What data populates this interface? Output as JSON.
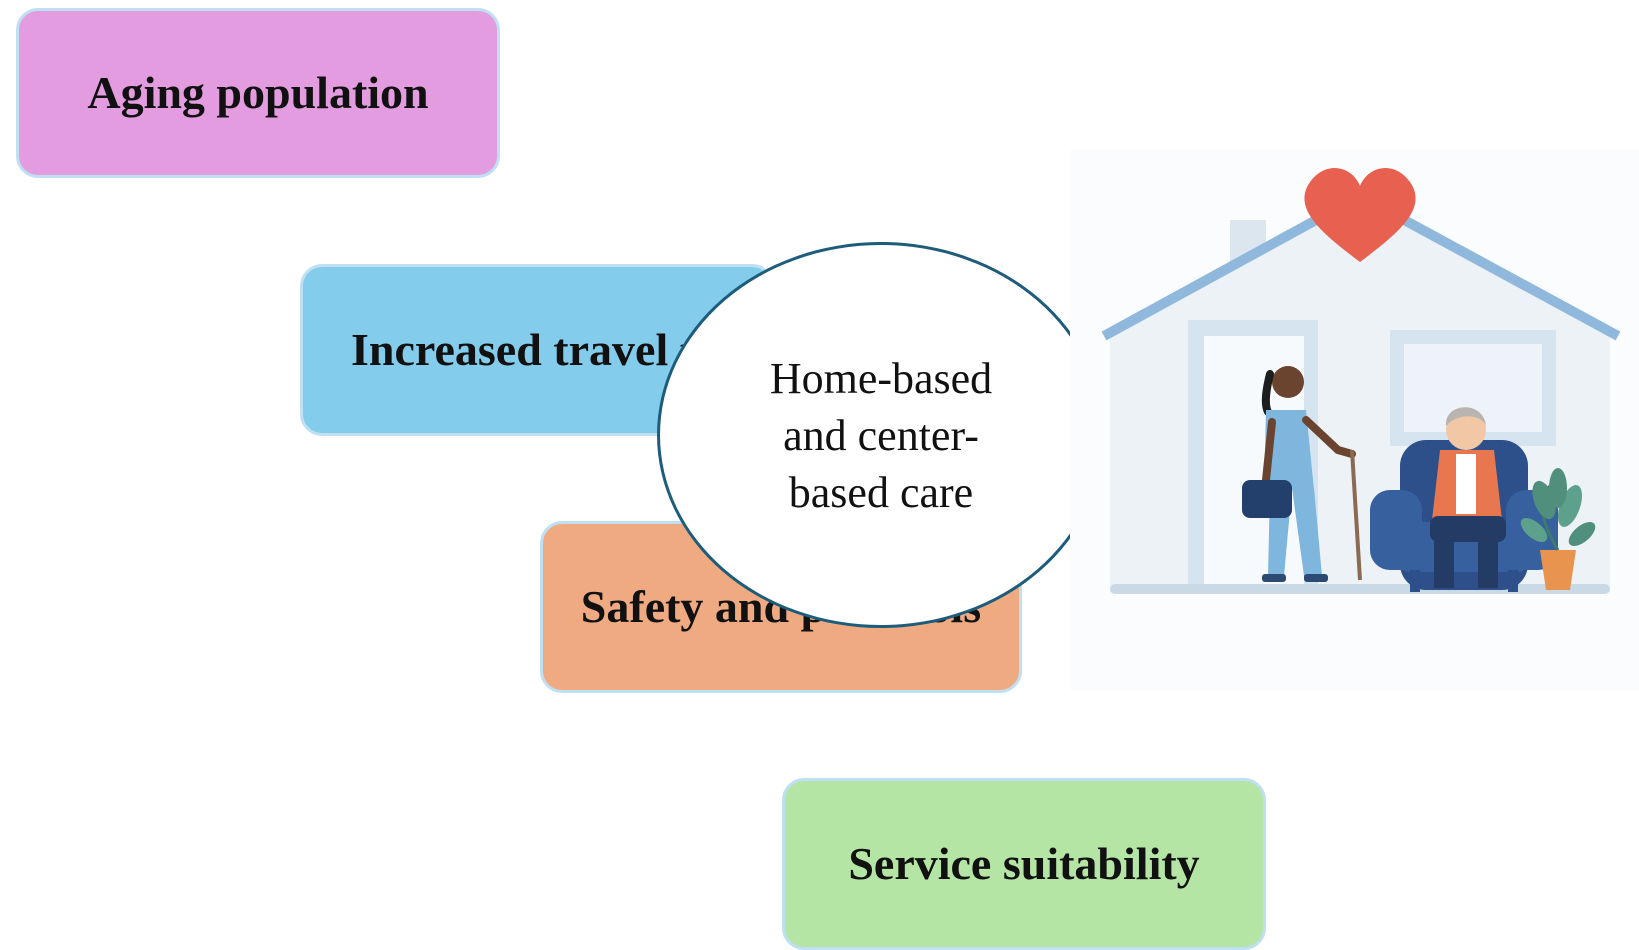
{
  "boxes": {
    "aging": "Aging population",
    "travel": "Increased travel time for caregivers",
    "safety": "Safety and protocols",
    "service": "Service suitability"
  },
  "center": {
    "label": "Home-based and center-based care"
  },
  "illustration": {
    "icon": "home-care-illustration",
    "elements": [
      "heart-icon",
      "house",
      "caregiver",
      "elderly-person",
      "armchair",
      "potted-plant",
      "window",
      "door"
    ]
  },
  "colors": {
    "aging": "#e39cdf",
    "travel": "#84cceb",
    "safety": "#f0aa82",
    "service": "#b5e5a4",
    "box_border": "#bfe0f2",
    "ellipse_border": "#1e5c7c",
    "heart": "#e8604f",
    "roof": "#8fb8dc"
  }
}
